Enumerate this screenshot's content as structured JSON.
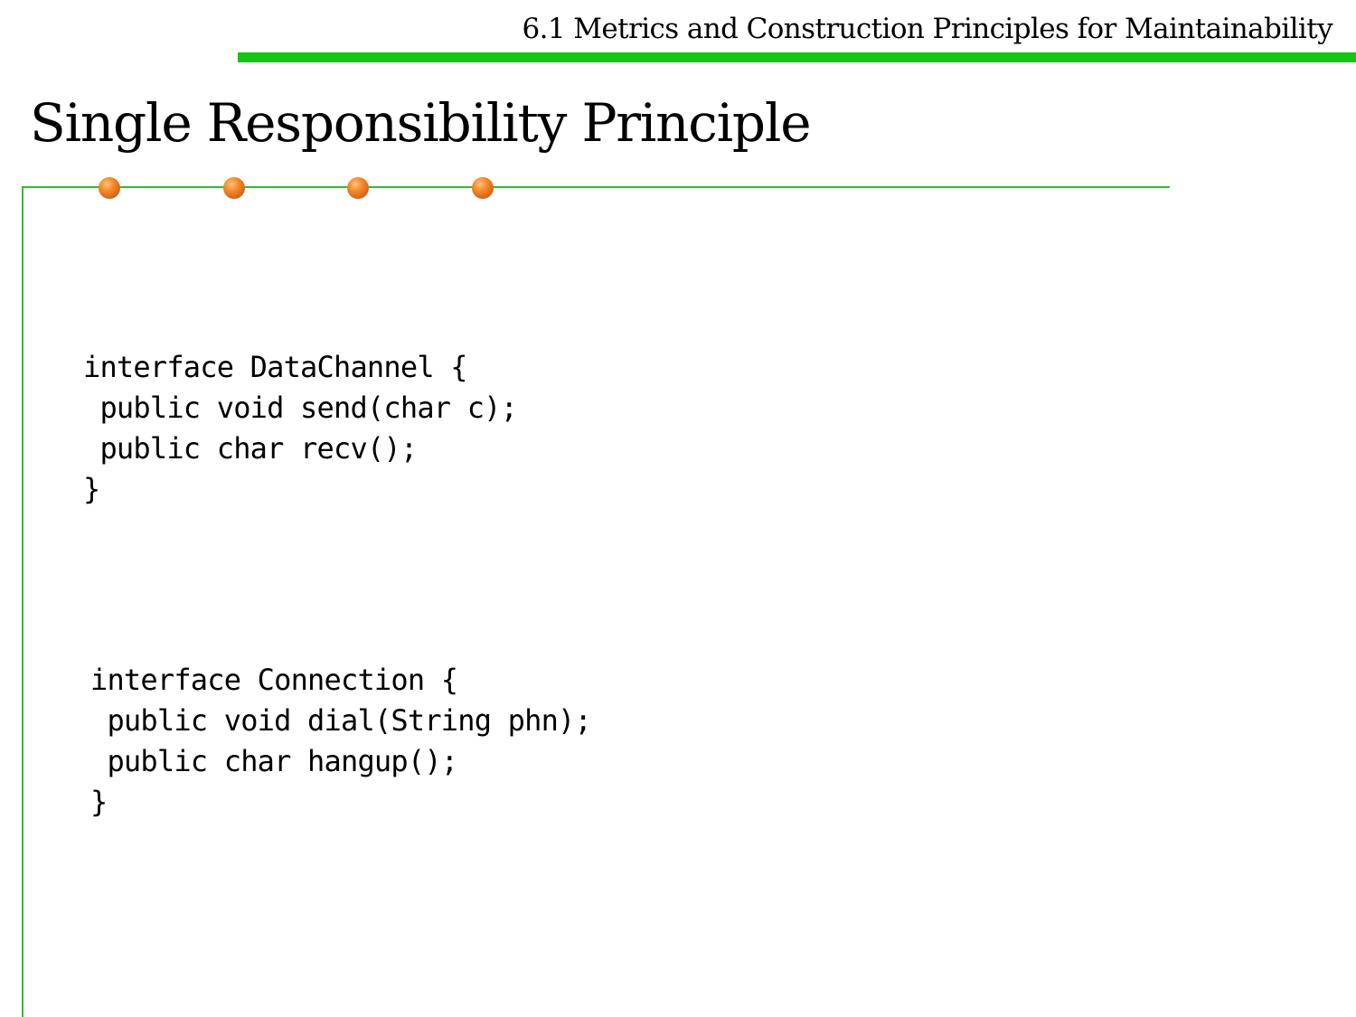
{
  "header": {
    "section_title": "6.1 Metrics and Construction Principles for Maintainability"
  },
  "slide": {
    "title": "Single Responsibility Principle"
  },
  "code_blocks": [
    {
      "lines": [
        "interface DataChannel {",
        " public void send(char c);",
        " public char recv();",
        "}"
      ]
    },
    {
      "lines": [
        "interface Connection {",
        " public void dial(String phn);",
        " public char hangup();",
        "}"
      ]
    }
  ],
  "colors": {
    "accent_green": "#16c416",
    "frame_green": "#33bb33",
    "bullet_orange": "#f28a2e"
  }
}
